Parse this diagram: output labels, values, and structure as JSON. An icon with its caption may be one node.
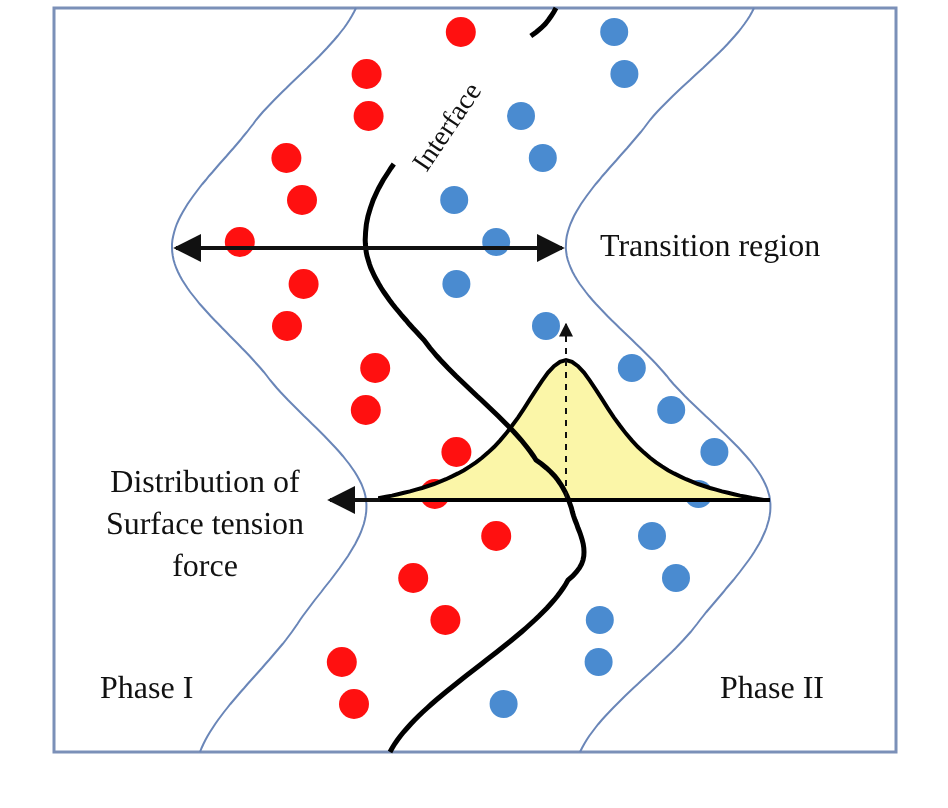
{
  "diagram": {
    "labels": [
      "Interface",
      "Transition region",
      "Distribution of Surface tension force",
      "Phase I",
      "Phase II"
    ]
  }
}
